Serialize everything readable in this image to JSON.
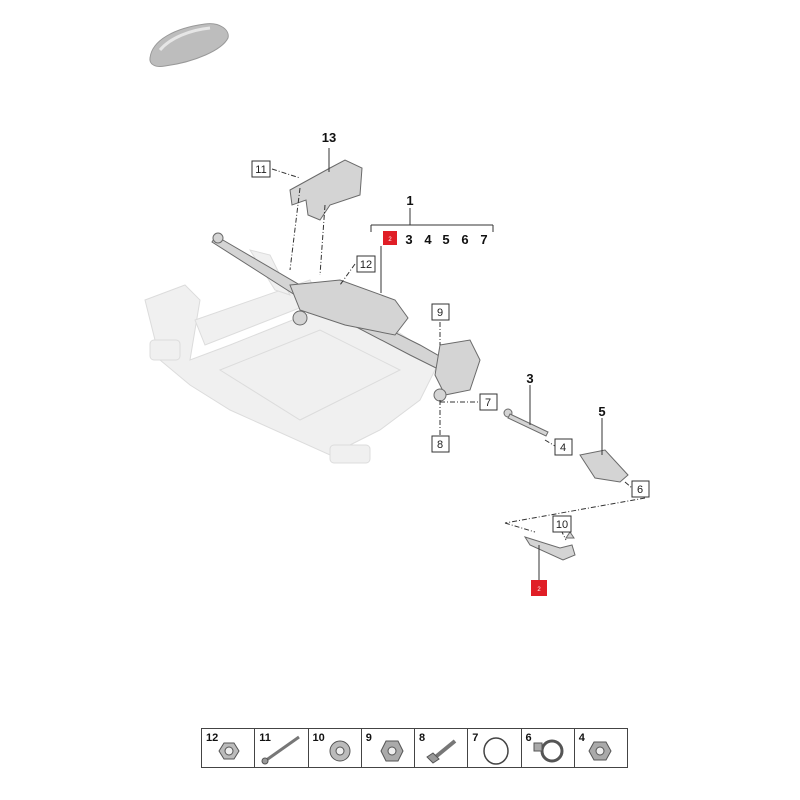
{
  "callouts": {
    "c13": "13",
    "c11": "11",
    "c1": "1",
    "c2_top": "2",
    "c3": "3",
    "c4": "4",
    "c5": "5",
    "c6": "6",
    "c7": "7",
    "c12": "12",
    "c9": "9",
    "c7b": "7",
    "c8": "8",
    "c3b": "3",
    "c5b": "5",
    "c4b": "4",
    "c6b": "6",
    "c10": "10",
    "c2_bottom": "2"
  },
  "legend": [
    {
      "num": "12",
      "icon": "flange-nut-icon"
    },
    {
      "num": "11",
      "icon": "bolt-icon"
    },
    {
      "num": "10",
      "icon": "washer-nut-icon"
    },
    {
      "num": "9",
      "icon": "hex-nut-icon"
    },
    {
      "num": "8",
      "icon": "flange-bolt-icon"
    },
    {
      "num": "7",
      "icon": "ring-clip-icon"
    },
    {
      "num": "6",
      "icon": "hose-clamp-icon"
    },
    {
      "num": "4",
      "icon": "nut-icon"
    }
  ],
  "colors": {
    "highlight": "#e01e26",
    "part": "#d4d4d4",
    "ghost": "#f0f0f0"
  }
}
